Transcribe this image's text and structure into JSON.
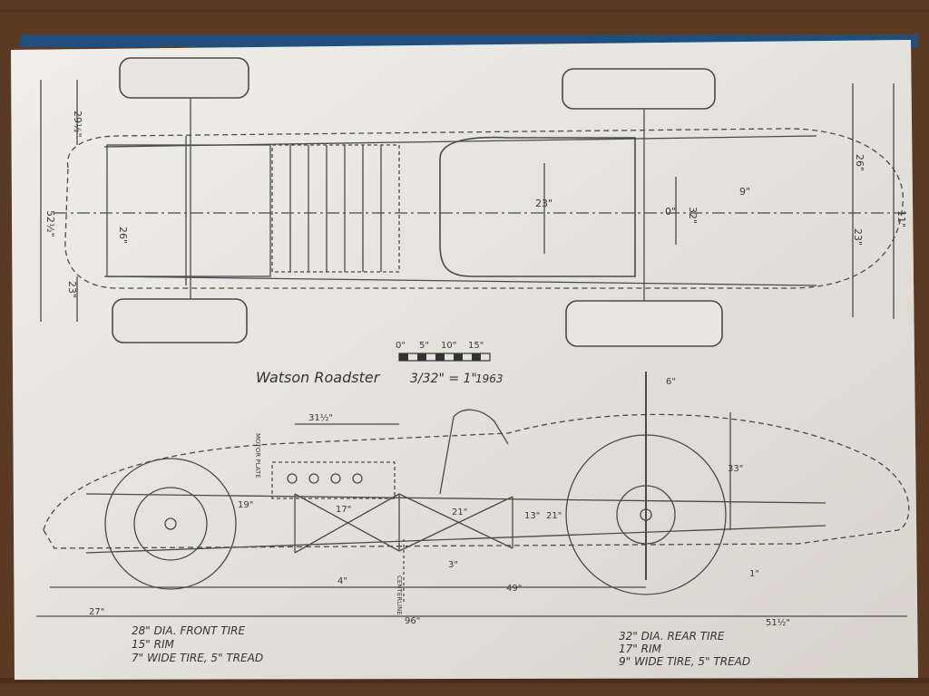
{
  "scene": {
    "table_color": "#5a3a22",
    "paper_color": "#e9e6df",
    "line_color": "#4a4a4a",
    "board_edge_color": "#1f4f7a"
  },
  "drawing": {
    "title": "Watson Roadster",
    "scale_text": "3/32\" = 1\"",
    "year": "1963",
    "scale_bar_labels": [
      "0\"",
      "5\"",
      "10\"",
      "15\""
    ]
  },
  "top_view_dims": {
    "left_width": "52½\"",
    "left_upper": "29½\"",
    "left_lower": "23\"",
    "front_axle": "26\"",
    "cockpit": "23\"",
    "center_a": "0\"",
    "center_b": "32\"",
    "center_c": "9\"",
    "right_upper": "26\"",
    "right_lower": "23\"",
    "right_tail": "11\""
  },
  "side_view_dims": {
    "top_span": "31½\"",
    "motor_plate": "MOTOR PLATE",
    "roll_bar": "6\"",
    "rear_height": "33\"",
    "front_hoop": "19\"",
    "mid_bay": "17\"",
    "cockpit_bay": "21\"",
    "seat_a": "13\"",
    "seat_b": "21\"",
    "lower_a": "4\"",
    "lower_b": "3\"",
    "rear_to_tail": "49\"",
    "wheelbase": "96\"",
    "front_overhang": "27\"",
    "rear_overhang": "51½\"",
    "ground": "1\"",
    "centerline": "CENTERLINE"
  },
  "tire_notes": {
    "front": [
      "28\" DIA. FRONT TIRE",
      "15\" RIM",
      "7\" WIDE TIRE, 5\" TREAD"
    ],
    "rear": [
      "32\" DIA. REAR TIRE",
      "17\" RIM",
      "9\" WIDE TIRE, 5\" TREAD"
    ]
  }
}
